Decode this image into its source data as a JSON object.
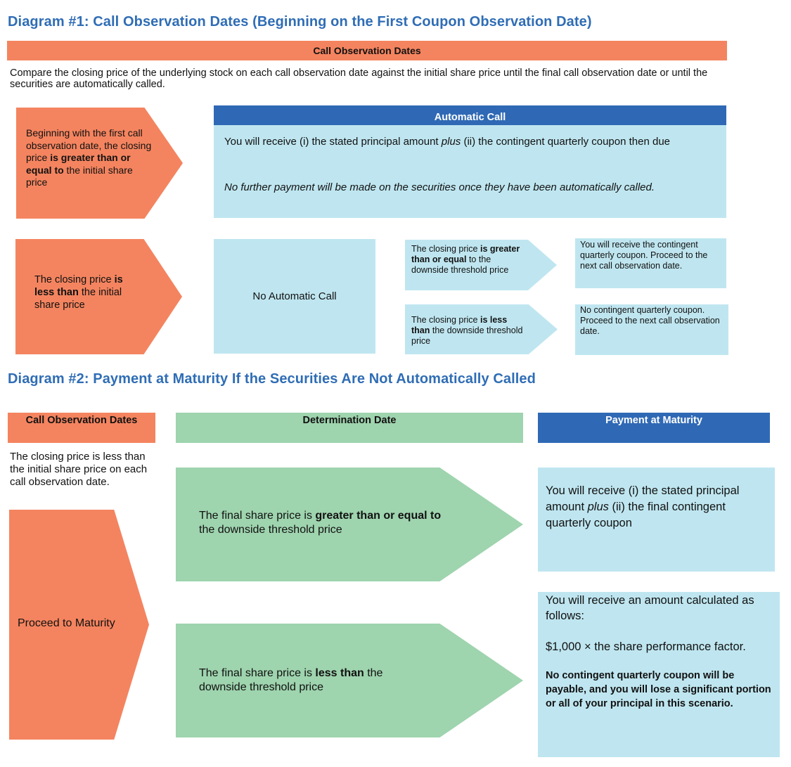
{
  "diagram1": {
    "title": "Diagram #1: Call Observation Dates (Beginning on the First Coupon Observation Date)",
    "bar_label": "Call Observation Dates",
    "intro": "Compare the closing price of the underlying stock on each call observation date against the initial share price until the final call observation date or until the securities are automatically called.",
    "arrow_top": {
      "part1": "Beginning with the first call observation date, the closing price ",
      "bold": "is greater than or equal to",
      "part2": " the initial share price"
    },
    "auto_call": {
      "header": "Automatic Call",
      "line1_a": "You will receive (i) the stated principal amount ",
      "line1_italic": "plus",
      "line1_b": " (ii) the contingent quarterly coupon then due",
      "line2": "No further payment will be made on the securities once they have been automatically called."
    },
    "arrow_bottom": {
      "part1": "The closing price ",
      "bold": "is less than",
      "part2": " the initial share price"
    },
    "no_call": "No Automatic Call",
    "cond_ge": {
      "part1": "The closing price ",
      "bold": "is greater than or equal",
      "part2": " to the downside threshold price"
    },
    "cond_lt": {
      "part1": "The closing price ",
      "bold1": "is less than",
      "part2": " the downside threshold price"
    },
    "result_ge": "You will receive the contingent quarterly coupon.  Proceed to the next call observation date.",
    "result_lt": "No contingent quarterly coupon.  Proceed to the next call observation date."
  },
  "diagram2": {
    "title": "Diagram #2: Payment at Maturity If the Securities Are Not Automatically Called",
    "col1_header": "Call Observation Dates",
    "col2_header": "Determination Date",
    "col3_header": "Payment at Maturity",
    "col1_text": "The closing price is less than the initial share price on each call observation date.",
    "proceed": "Proceed to Maturity",
    "final_ge": {
      "part1": "The final share price is ",
      "bold": "greater than or equal to",
      "part2": " the downside threshold price"
    },
    "final_lt": {
      "part1": "The final share price is ",
      "bold": "less than",
      "part2": " the downside threshold price"
    },
    "pay_ge": {
      "part1": "You will receive (i) the stated principal amount ",
      "italic": "plus",
      "part2": " (ii) the final contingent quarterly coupon"
    },
    "pay_lt": {
      "line1": "You will receive an amount calculated as follows:",
      "line2": "$1,000 × the share performance factor.",
      "line3": "No contingent quarterly coupon will be payable, and you will lose a significant portion or all of your principal in this scenario."
    }
  },
  "colors": {
    "title_blue": "#2f6db5",
    "orange": "#f4845f",
    "light_blue": "#bfe6f0",
    "dark_blue": "#2f69b5",
    "green": "#9ed4ae"
  }
}
